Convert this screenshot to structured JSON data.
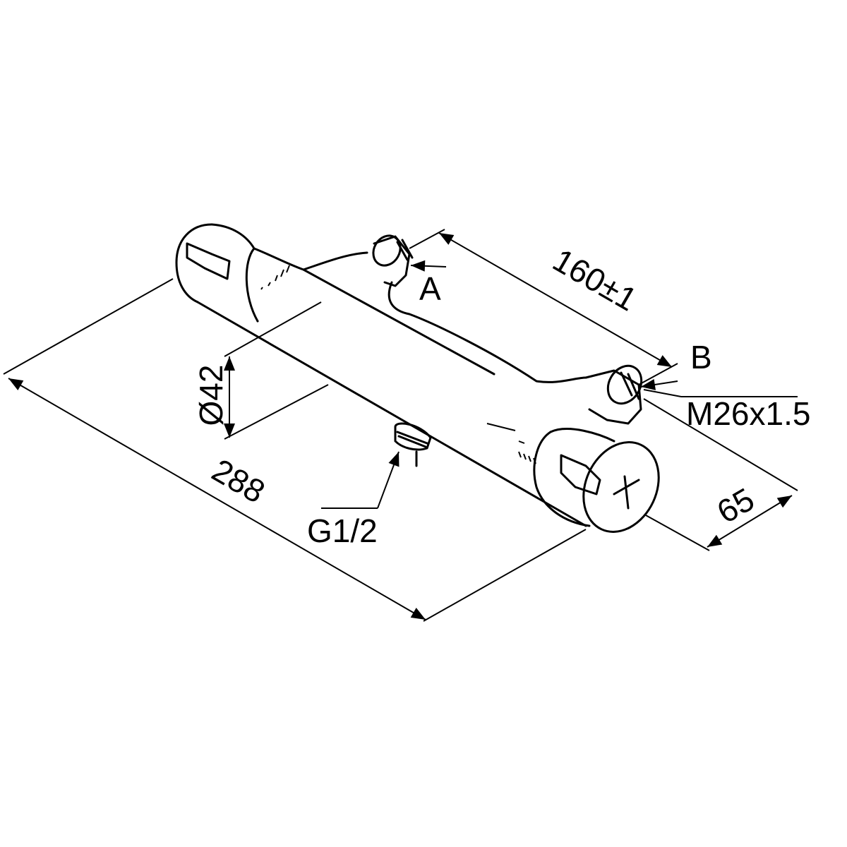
{
  "labels": {
    "length": "288",
    "diameter": "Ø42",
    "spacing": "160±1",
    "depth": "65",
    "inlet_a": "A",
    "inlet_b": "B",
    "thread_inlet": "M26x1.5",
    "thread_outlet": "G1/2"
  },
  "colors": {
    "line": "#000000",
    "background": "#ffffff"
  }
}
